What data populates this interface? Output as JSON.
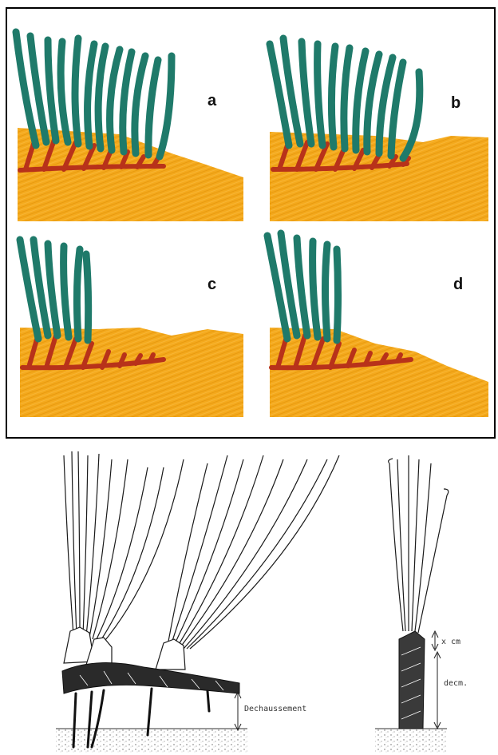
{
  "panels": [
    {
      "letter": "a"
    },
    {
      "letter": "b"
    },
    {
      "letter": "c"
    },
    {
      "letter": "d"
    }
  ],
  "annotations": {
    "burial": "Dechaussement",
    "top_measure": "x cm",
    "bottom_measure": "decm."
  },
  "colors": {
    "sand": "#F4A91C",
    "sand_stripe": "#E99A12",
    "leaf": "#1F7A6A",
    "leaf_edge": "#145a4e",
    "rhizome": "#B8321A",
    "frame": "#000000",
    "ink": "#1a1a1a"
  }
}
